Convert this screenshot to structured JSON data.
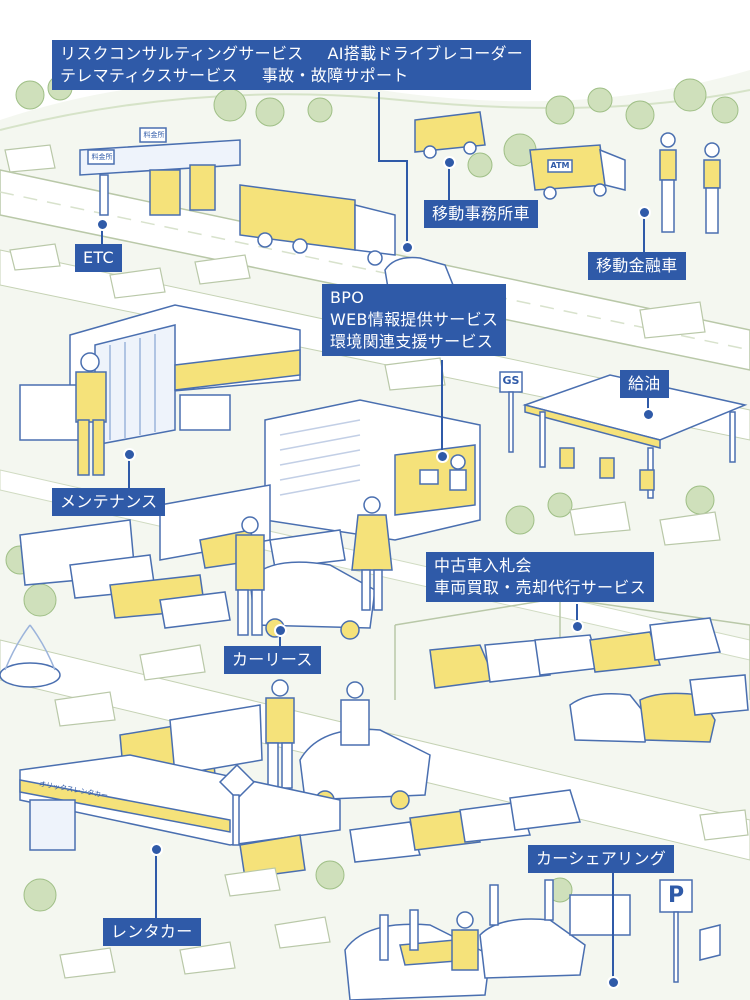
{
  "labels": {
    "risk_consulting": "リスクコンサルティングサービス",
    "ai_dashcam": "AI搭載ドライブレコーダー",
    "telematics": "テレマティクスサービス",
    "accident_support": "事故・故障サポート",
    "mobile_office": "移動事務所車",
    "mobile_bank": "移動金融車",
    "etc": "ETC",
    "bpo": "BPO",
    "web_info": "WEB情報提供サービス",
    "environment": "環境関連支援サービス",
    "refueling": "給油",
    "maintenance": "メンテナンス",
    "used_car_auction": "中古車入札会",
    "vehicle_trade": "車両買取・売却代行サービス",
    "car_lease": "カーリース",
    "car_sharing": "カーシェアリング",
    "rental_car": "レンタカー"
  },
  "signs": {
    "gs": "GS",
    "atm": "ATM",
    "parking": "P",
    "rental_shop": "オリックスレンタカー",
    "toll_1": "料金所",
    "toll_2": "料金所"
  },
  "colors": {
    "label_bg": "#2f5aa8",
    "accent_yellow": "#f5e27a",
    "outline": "#4a6fb0",
    "tree_green": "#c9dcb3"
  }
}
